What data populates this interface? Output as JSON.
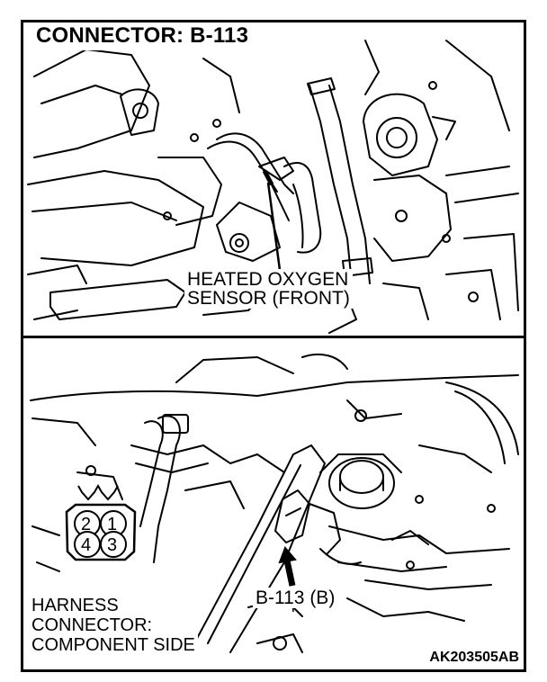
{
  "title": "CONNECTOR: B-113",
  "top_callout": {
    "line1": "HEATED OXYGEN",
    "line2": "SENSOR (FRONT)"
  },
  "bottom_callout": "B-113 (B)",
  "harness_label": {
    "line1": "HARNESS",
    "line2": "CONNECTOR:",
    "line3": "COMPONENT SIDE"
  },
  "connector_pins": [
    "2",
    "1",
    "4",
    "3"
  ],
  "figure_code": "AK203505AB"
}
